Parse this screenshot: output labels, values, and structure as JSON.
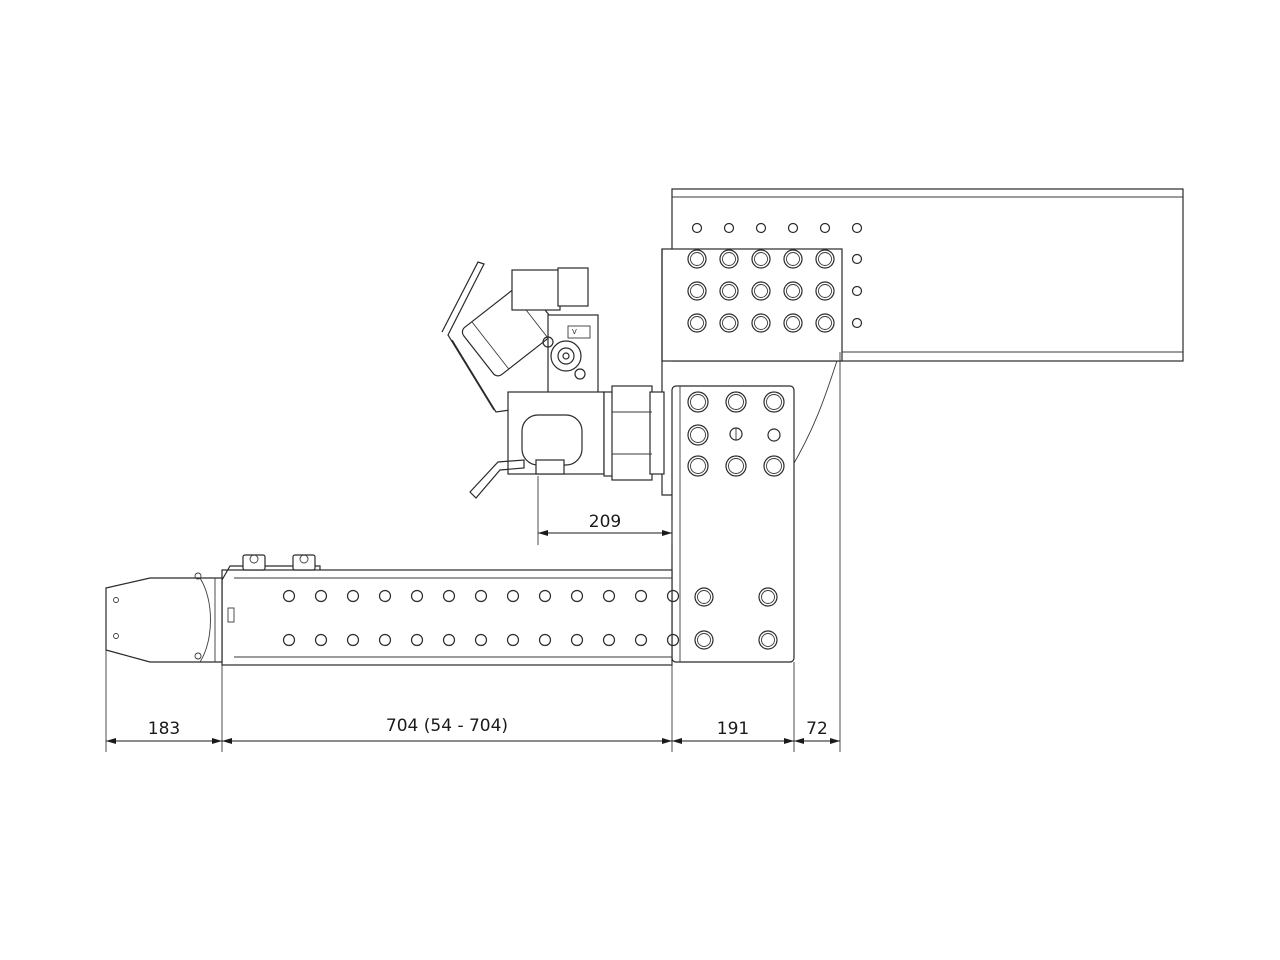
{
  "dimensions": {
    "top_offset": "209",
    "tip_length": "183",
    "extension_length": "704 (54 - 704)",
    "plate_width": "191",
    "frame_offset": "72"
  }
}
